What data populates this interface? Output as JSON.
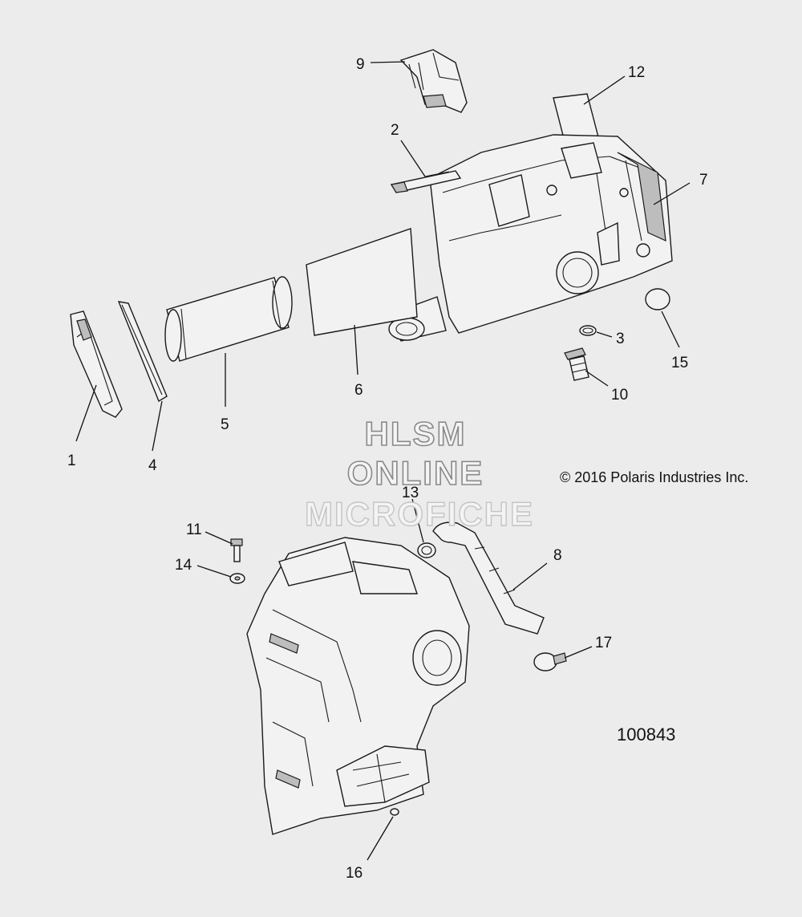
{
  "callouts": {
    "c1": "1",
    "c2": "2",
    "c3": "3",
    "c4": "4",
    "c5": "5",
    "c6": "6",
    "c7": "7",
    "c8": "8",
    "c9": "9",
    "c10": "10",
    "c11": "11",
    "c12": "12",
    "c13": "13",
    "c14": "14",
    "c15": "15",
    "c16": "16",
    "c17": "17"
  },
  "watermark": {
    "line1": "HLSM",
    "line2": "ONLINE",
    "line3": "MICROFICHE"
  },
  "copyright": "© 2016 Polaris Industries Inc.",
  "figure_number": "100843"
}
